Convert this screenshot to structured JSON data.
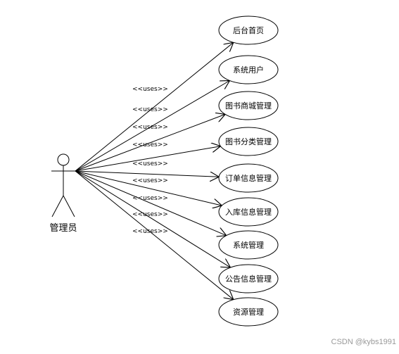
{
  "actor": {
    "label": "管理员",
    "icon": "stick-figure-icon"
  },
  "relation_label": "<<uses>>",
  "use_cases": [
    {
      "label": "后台首页"
    },
    {
      "label": "系统用户"
    },
    {
      "label": "图书商城管理"
    },
    {
      "label": "图书分类管理"
    },
    {
      "label": "订单信息管理"
    },
    {
      "label": "入库信息管理"
    },
    {
      "label": "系统管理"
    },
    {
      "label": "公告信息管理"
    },
    {
      "label": "资源管理"
    }
  ],
  "watermark": "CSDN @kybs1991"
}
